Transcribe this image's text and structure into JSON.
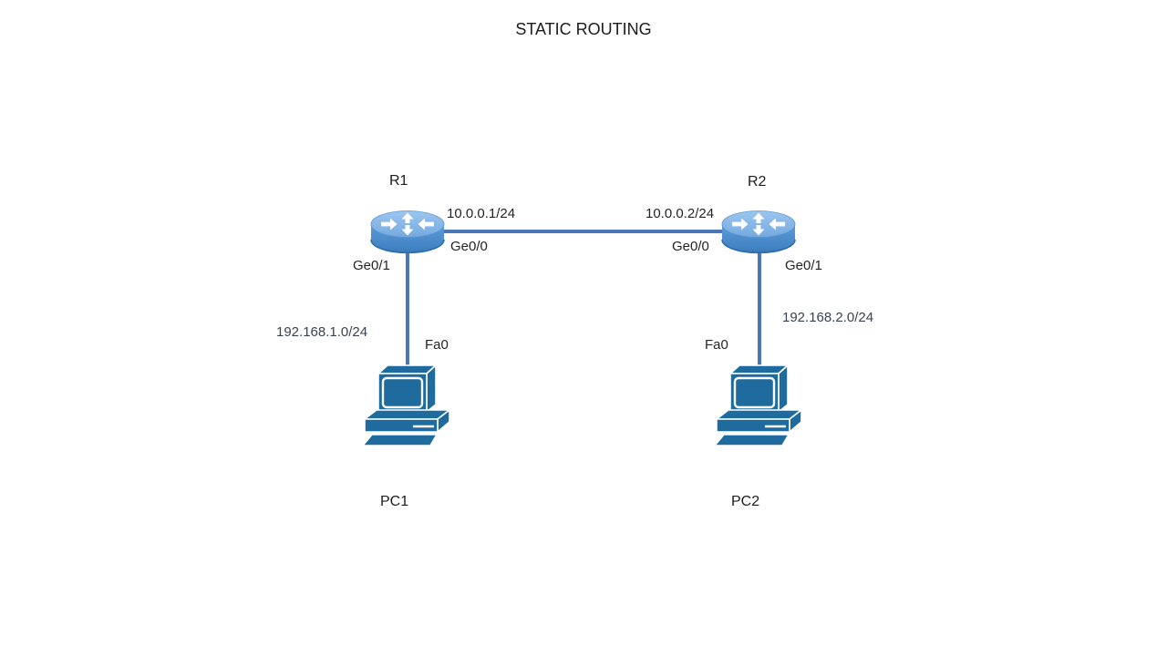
{
  "title": "STATIC ROUTING",
  "colors": {
    "background": "#ffffff",
    "link": "#4a76ba",
    "router_top": "#86b6e6",
    "router_body": "#4e8fcd",
    "pc_fill": "#1f6b9e",
    "label_text": "#242424",
    "subnet_text": "#39424e"
  },
  "nodes": {
    "r1": {
      "label": "R1",
      "type": "router",
      "icon": "router-icon"
    },
    "r2": {
      "label": "R2",
      "type": "router",
      "icon": "router-icon"
    },
    "pc1": {
      "label": "PC1",
      "type": "pc",
      "icon": "pc-icon"
    },
    "pc2": {
      "label": "PC2",
      "type": "pc",
      "icon": "pc-icon"
    }
  },
  "links": {
    "r1_r2": {
      "left_ip": "10.0.0.1/24",
      "right_ip": "10.0.0.2/24",
      "left_interface": "Ge0/0",
      "right_interface": "Ge0/0"
    },
    "r1_pc1": {
      "router_interface": "Ge0/1",
      "pc_interface": "Fa0",
      "subnet": "192.168.1.0/24"
    },
    "r2_pc2": {
      "router_interface": "Ge0/1",
      "pc_interface": "Fa0",
      "subnet": "192.168.2.0/24"
    }
  }
}
